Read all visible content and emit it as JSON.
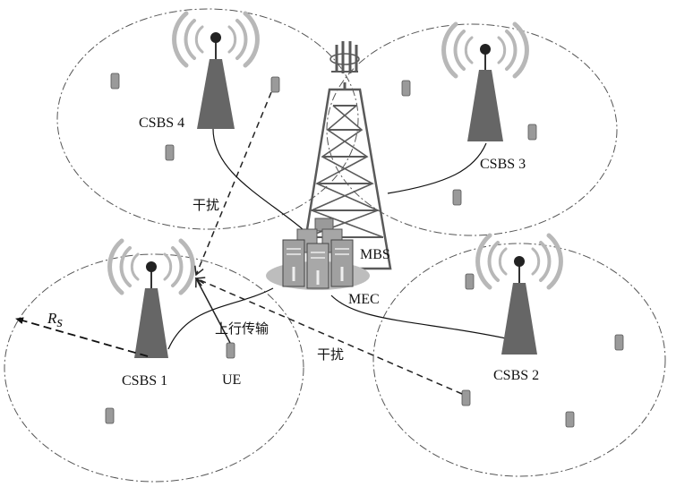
{
  "labels": {
    "csbs1": "CSBS 1",
    "csbs2": "CSBS 2",
    "csbs3": "CSBS 3",
    "csbs4": "CSBS 4",
    "mbs": "MBS",
    "mec": "MEC",
    "ue": "UE",
    "uplink": "上行传输",
    "interference_top": "干扰",
    "interference_right": "干扰",
    "radius_main": "R",
    "radius_sub": "s"
  },
  "colors": {
    "tower": "#666666",
    "waves": "#b8b8b8",
    "truss": "#5a5a5a",
    "server": "#a0a0a0",
    "phone": "#9a9a9a",
    "line": "#111111"
  }
}
